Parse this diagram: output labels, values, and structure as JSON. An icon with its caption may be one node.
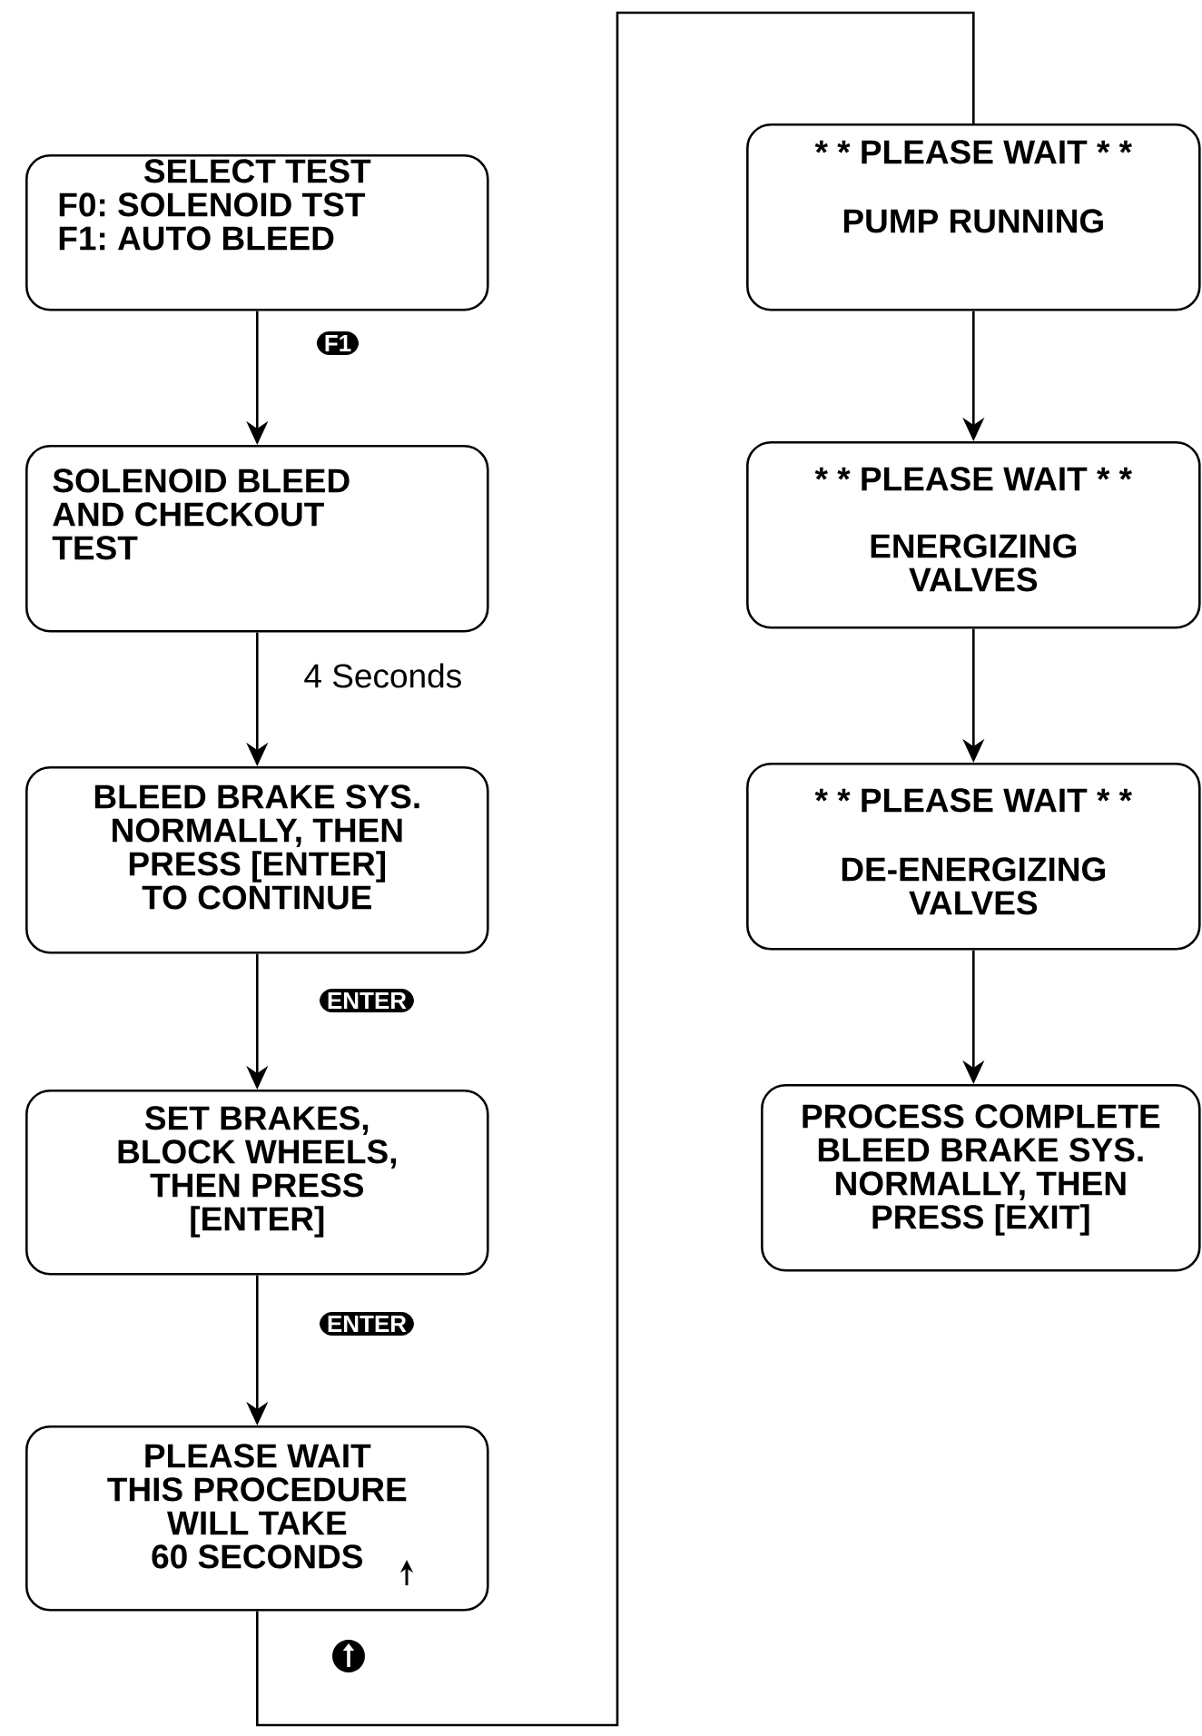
{
  "diagram": {
    "nodes": [
      {
        "text": [
          "SELECT TEST",
          "F0: SOLENOID TST F1: AUTO BLEED"
        ]
      },
      {
        "text": [
          "SOLENOID BLEED AND CHECKOUT TEST"
        ]
      },
      {
        "text": [
          "BLEED BRAKE SYS. NORMALLY, THEN PRESS [ENTER] TO CONTINUE"
        ]
      },
      {
        "text": [
          "SET BRAKES, BLOCK WHEELS, THEN PRESS [ENTER]"
        ]
      },
      {
        "text": [
          "PLEASE WAIT THIS PROCEDURE WILL TAKE 60 SECONDS"
        ]
      },
      {
        "text": [
          "* * PLEASE WAIT * *",
          "PUMP RUNNING"
        ]
      },
      {
        "text": [
          "* * PLEASE WAIT * *",
          "ENERGIZING VALVES"
        ]
      },
      {
        "text": [
          "* * PLEASE WAIT * *",
          "DE-ENERGIZING VALVES"
        ]
      },
      {
        "text": [
          "PROCESS COMPLETE BLEED BRAKE SYS. NORMALLY, THEN PRESS [EXIT]"
        ]
      }
    ],
    "edges": [
      {
        "from": 0,
        "to": 1,
        "arrow": "to",
        "label": "F1"
      },
      {
        "from": 1,
        "to": 2,
        "arrow": "to",
        "label": "4 Seconds"
      },
      {
        "from": 2,
        "to": 3,
        "arrow": "to",
        "label": "ENTER"
      },
      {
        "from": 3,
        "to": 4,
        "arrow": "to",
        "label": "ENTER"
      },
      {
        "from": 4,
        "to": 5,
        "arrow": "none"
      },
      {
        "from": 5,
        "to": 6,
        "arrow": "to"
      },
      {
        "from": 6,
        "to": 7,
        "arrow": "to"
      },
      {
        "from": 7,
        "to": 8,
        "arrow": "to"
      }
    ]
  }
}
